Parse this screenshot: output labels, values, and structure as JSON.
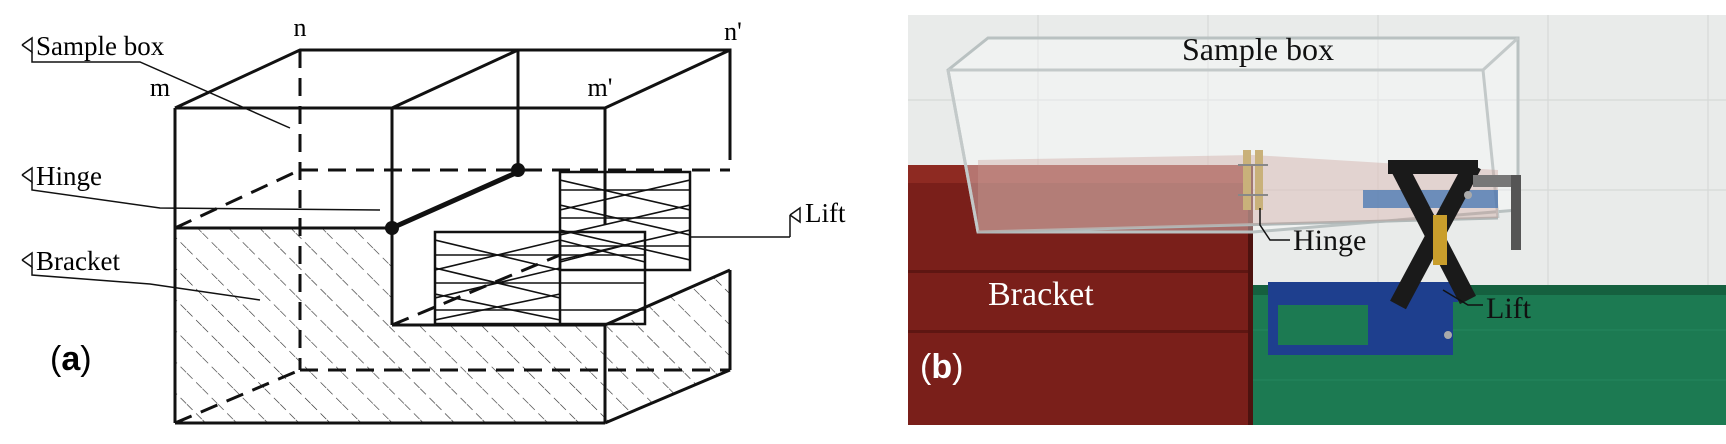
{
  "panel_a": {
    "corner_labels": {
      "n": "n",
      "n_prime": "n'",
      "m": "m",
      "m_prime": "m'"
    },
    "callouts": {
      "sample_box": "Sample box",
      "hinge": "Hinge",
      "bracket": "Bracket",
      "lift": "Lift"
    },
    "panel_label": {
      "letter": "a",
      "open": "(",
      "close": ")"
    }
  },
  "panel_b": {
    "labels": {
      "sample_box": "Sample box",
      "hinge": "Hinge",
      "bracket": "Bracket",
      "lift": "Lift"
    },
    "panel_label": {
      "letter": "b",
      "open": "(",
      "close": ")"
    },
    "colors": {
      "wall": "#e9ebea",
      "floor": "#1c7a52",
      "bracket": "#7a1f1a",
      "lift_base": "#1e3f8e",
      "lift_arms": "#1a1a1a"
    }
  }
}
